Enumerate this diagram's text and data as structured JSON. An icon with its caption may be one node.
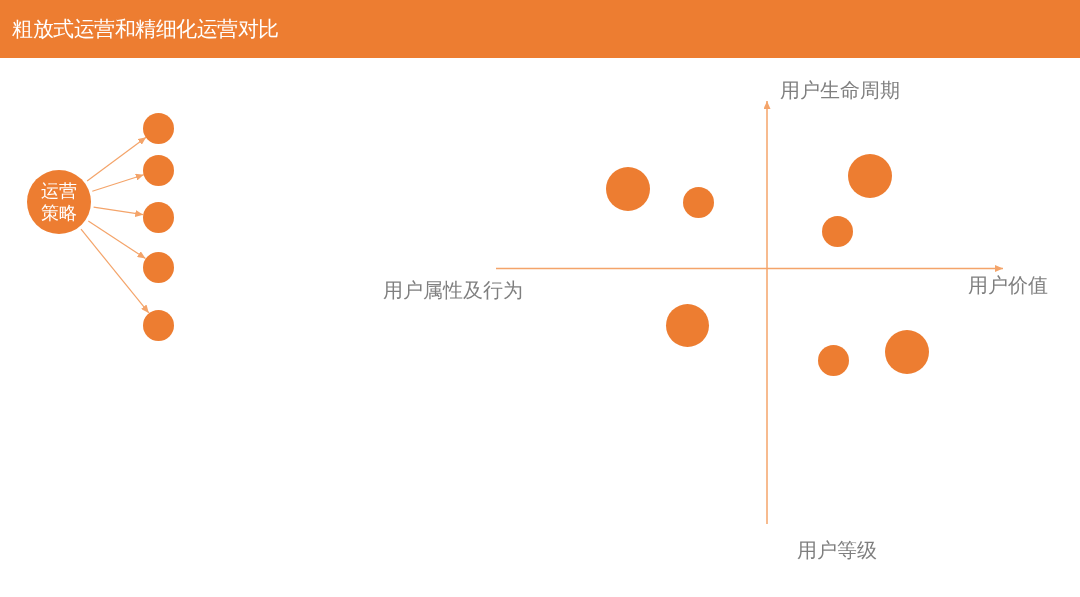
{
  "diagram": {
    "title": "粗放式运营和精细化运营对比",
    "nodes": [
      {
        "text": [
          "运营策略"
        ]
      },
      {
        "text": [],
        "shape": "circle"
      },
      {
        "text": [],
        "shape": "circle"
      },
      {
        "text": [],
        "shape": "circle"
      },
      {
        "text": [],
        "shape": "circle"
      },
      {
        "text": [],
        "shape": "circle"
      },
      {
        "text": [],
        "shape": "circle"
      },
      {
        "text": [],
        "shape": "circle"
      },
      {
        "text": [],
        "shape": "circle"
      },
      {
        "text": [],
        "shape": "circle"
      },
      {
        "text": [],
        "shape": "circle"
      },
      {
        "text": [],
        "shape": "circle"
      },
      {
        "text": [],
        "shape": "circle"
      }
    ],
    "edges": [
      {
        "from": 0,
        "to": 1,
        "arrow": "to"
      },
      {
        "from": 0,
        "to": 2,
        "arrow": "to"
      },
      {
        "from": 0,
        "to": 3,
        "arrow": "to"
      },
      {
        "from": 0,
        "to": 4,
        "arrow": "to"
      },
      {
        "from": 0,
        "to": 5,
        "arrow": "to"
      }
    ],
    "labels": [
      "用户生命周期",
      "用户属性及行为",
      "用户价值",
      "用户等级"
    ]
  }
}
